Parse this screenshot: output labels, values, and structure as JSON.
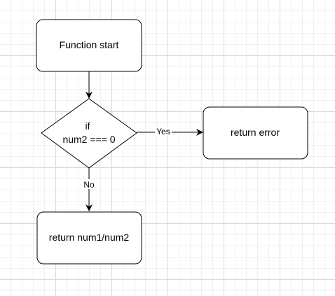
{
  "nodes": {
    "start": "Function start",
    "decision_line1": "if",
    "decision_line2": "num2 === 0",
    "error": "return error",
    "result": "return num1/num2"
  },
  "edges": {
    "yes_label": "Yes",
    "no_label": "No"
  }
}
